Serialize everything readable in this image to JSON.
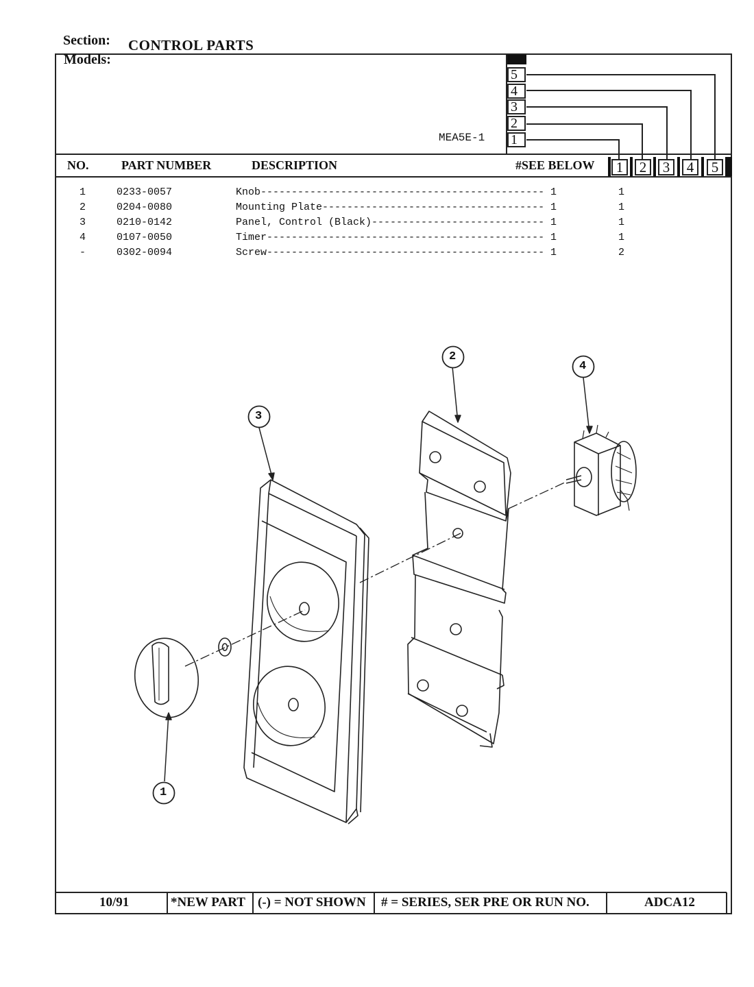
{
  "header": {
    "section_label": "Section:",
    "section_title": "CONTROL PARTS",
    "models_label": "Models:",
    "model_code": "MEA5E-1",
    "series_stack": [
      "5",
      "4",
      "3",
      "2",
      "1"
    ]
  },
  "columns": {
    "no": "NO.",
    "part_number": "PART NUMBER",
    "description": "DESCRIPTION",
    "see_below": "#SEE BELOW",
    "series": [
      "1",
      "2",
      "3",
      "4",
      "5"
    ]
  },
  "parts": [
    {
      "no": "1",
      "part_number": "0233-0057",
      "description": "Knob",
      "qty": "1",
      "series1": "1"
    },
    {
      "no": "2",
      "part_number": "0204-0080",
      "description": "Mounting Plate",
      "qty": "1",
      "series1": "1"
    },
    {
      "no": "3",
      "part_number": "0210-0142",
      "description": "Panel, Control (Black)",
      "qty": "1",
      "series1": "1"
    },
    {
      "no": "4",
      "part_number": "0107-0050",
      "description": "Timer",
      "qty": "1",
      "series1": "1"
    },
    {
      "no": "-",
      "part_number": "0302-0094",
      "description": "Screw",
      "qty": "1",
      "series1": "2"
    }
  ],
  "callouts": [
    "1",
    "2",
    "3",
    "4"
  ],
  "footer": {
    "date": "10/91",
    "new_part": "*NEW PART",
    "not_shown": "(-) = NOT SHOWN",
    "series_note": "# = SERIES, SER PRE OR RUN NO.",
    "code": "ADCA12"
  }
}
